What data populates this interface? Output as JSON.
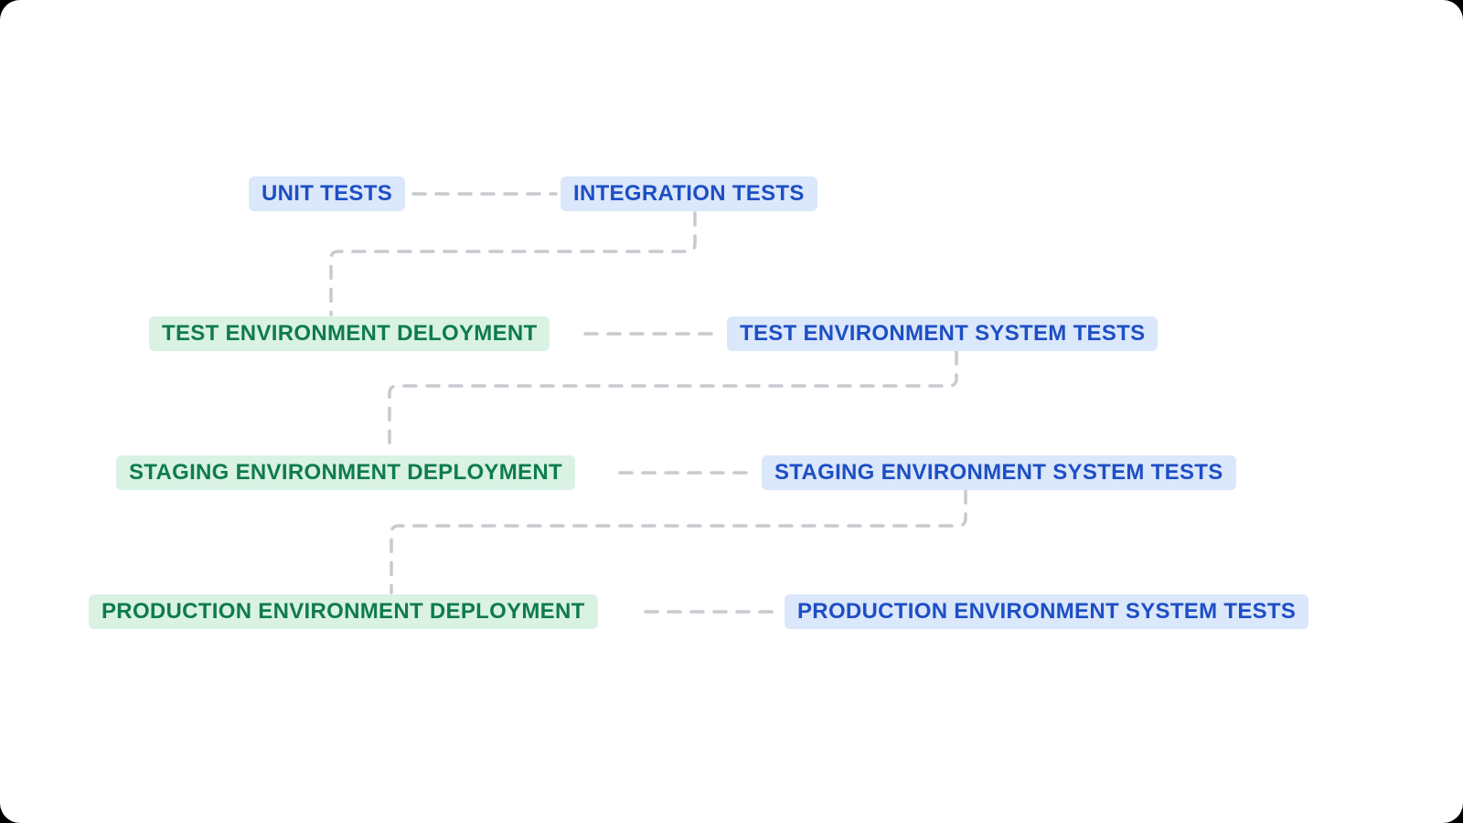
{
  "diagram": {
    "nodes": [
      {
        "id": "unit-tests",
        "label": "UNIT TESTS",
        "kind": "test"
      },
      {
        "id": "integration-tests",
        "label": "INTEGRATION TESTS",
        "kind": "test"
      },
      {
        "id": "test-environment-deployment",
        "label": "TEST ENVIRONMENT DELOYMENT",
        "kind": "deployment"
      },
      {
        "id": "test-environment-system-tests",
        "label": "TEST ENVIRONMENT SYSTEM TESTS",
        "kind": "test"
      },
      {
        "id": "staging-environment-deployment",
        "label": "STAGING ENVIRONMENT DEPLOYMENT",
        "kind": "deployment"
      },
      {
        "id": "staging-environment-system-tests",
        "label": "STAGING ENVIRONMENT SYSTEM TESTS",
        "kind": "test"
      },
      {
        "id": "production-environment-deployment",
        "label": "PRODUCTION ENVIRONMENT DEPLOYMENT",
        "kind": "deployment"
      },
      {
        "id": "production-environment-system-tests",
        "label": "PRODUCTION ENVIRONMENT SYSTEM TESTS",
        "kind": "test"
      }
    ],
    "edges": [
      {
        "from": "unit-tests",
        "to": "integration-tests",
        "style": "dashed"
      },
      {
        "from": "integration-tests",
        "to": "test-environment-deployment",
        "style": "dashed"
      },
      {
        "from": "test-environment-deployment",
        "to": "test-environment-system-tests",
        "style": "dashed"
      },
      {
        "from": "test-environment-system-tests",
        "to": "staging-environment-deployment",
        "style": "dashed"
      },
      {
        "from": "staging-environment-deployment",
        "to": "staging-environment-system-tests",
        "style": "dashed"
      },
      {
        "from": "staging-environment-system-tests",
        "to": "production-environment-deployment",
        "style": "dashed"
      },
      {
        "from": "production-environment-deployment",
        "to": "production-environment-system-tests",
        "style": "dashed"
      }
    ],
    "colors": {
      "test_node_bg": "#dbe7fa",
      "test_node_text": "#1d4fc4",
      "deployment_node_bg": "#d9f2e4",
      "deployment_node_text": "#0f7b4d",
      "connector": "#c7cacf",
      "canvas_bg": "#ffffff"
    }
  }
}
